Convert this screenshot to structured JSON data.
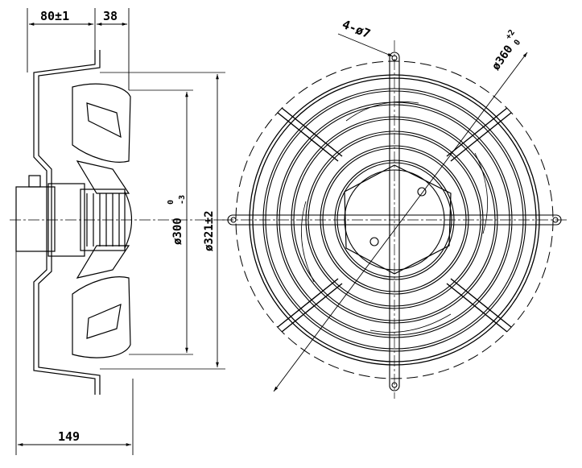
{
  "drawing": {
    "dimensions": {
      "flange_offset": "80±1",
      "flange_width": "38",
      "overall_depth": "149",
      "mount_holes": "4-ø7",
      "bolt_circle": {
        "main": "ø360",
        "tol_upper": "+2",
        "tol_lower": "0"
      },
      "blade_diameter": {
        "main": "ø300",
        "tol_upper": "0",
        "tol_lower": "-3"
      },
      "guard_diameter": "ø321±2"
    },
    "colors": {
      "line": "#000000",
      "background": "#ffffff"
    }
  }
}
